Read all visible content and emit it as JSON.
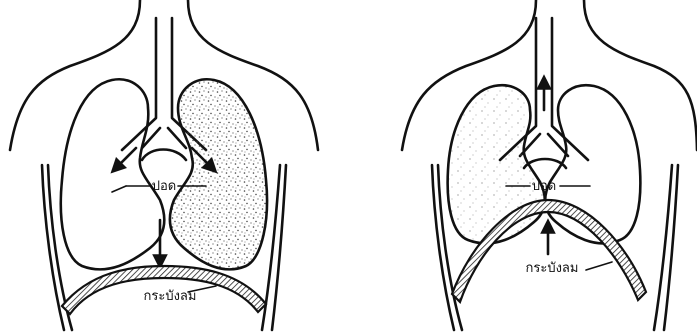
{
  "diagrams": [
    {
      "lung_label": "ปอด",
      "diaphragm_label": "กระบังลม"
    },
    {
      "lung_label": "ปอด",
      "diaphragm_label": "กระบังลม"
    }
  ]
}
